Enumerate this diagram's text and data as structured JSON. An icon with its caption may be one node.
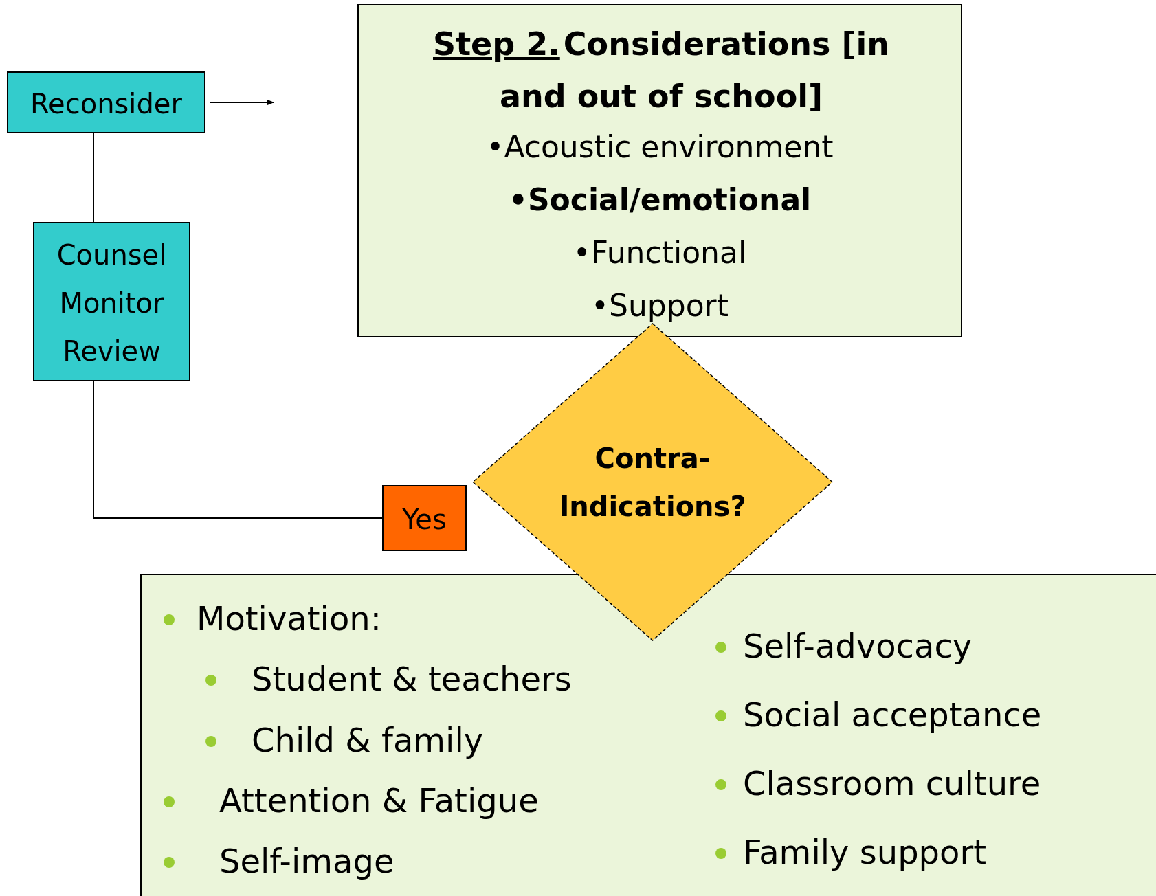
{
  "diagram": {
    "nodes": [
      {
        "text": [
          "Reconsider"
        ]
      },
      {
        "text": [
          "Counsel",
          "Monitor",
          "Review"
        ]
      },
      {
        "text": [
          "Step 2.",
          "Considerations [in and out of school]",
          "•Acoustic environment",
          "•Social/emotional",
          "•Functional",
          "•Support"
        ]
      },
      {
        "text": [
          "Contra- Indications?"
        ]
      },
      {
        "text": [
          "Yes"
        ]
      },
      {
        "text": [
          "Motivation:",
          "Student & teachers",
          "Child & family",
          "Attention & Fatigue",
          "Self-image",
          "Self-advocacy",
          "Social acceptance",
          "Classroom culture",
          "Family support"
        ]
      }
    ],
    "edges": [
      {
        "from": 0,
        "to": null,
        "arrow": "to"
      },
      {
        "from": 0,
        "to": 1,
        "arrow": "none"
      },
      {
        "from": 1,
        "to": 4,
        "arrow": "none"
      }
    ]
  }
}
